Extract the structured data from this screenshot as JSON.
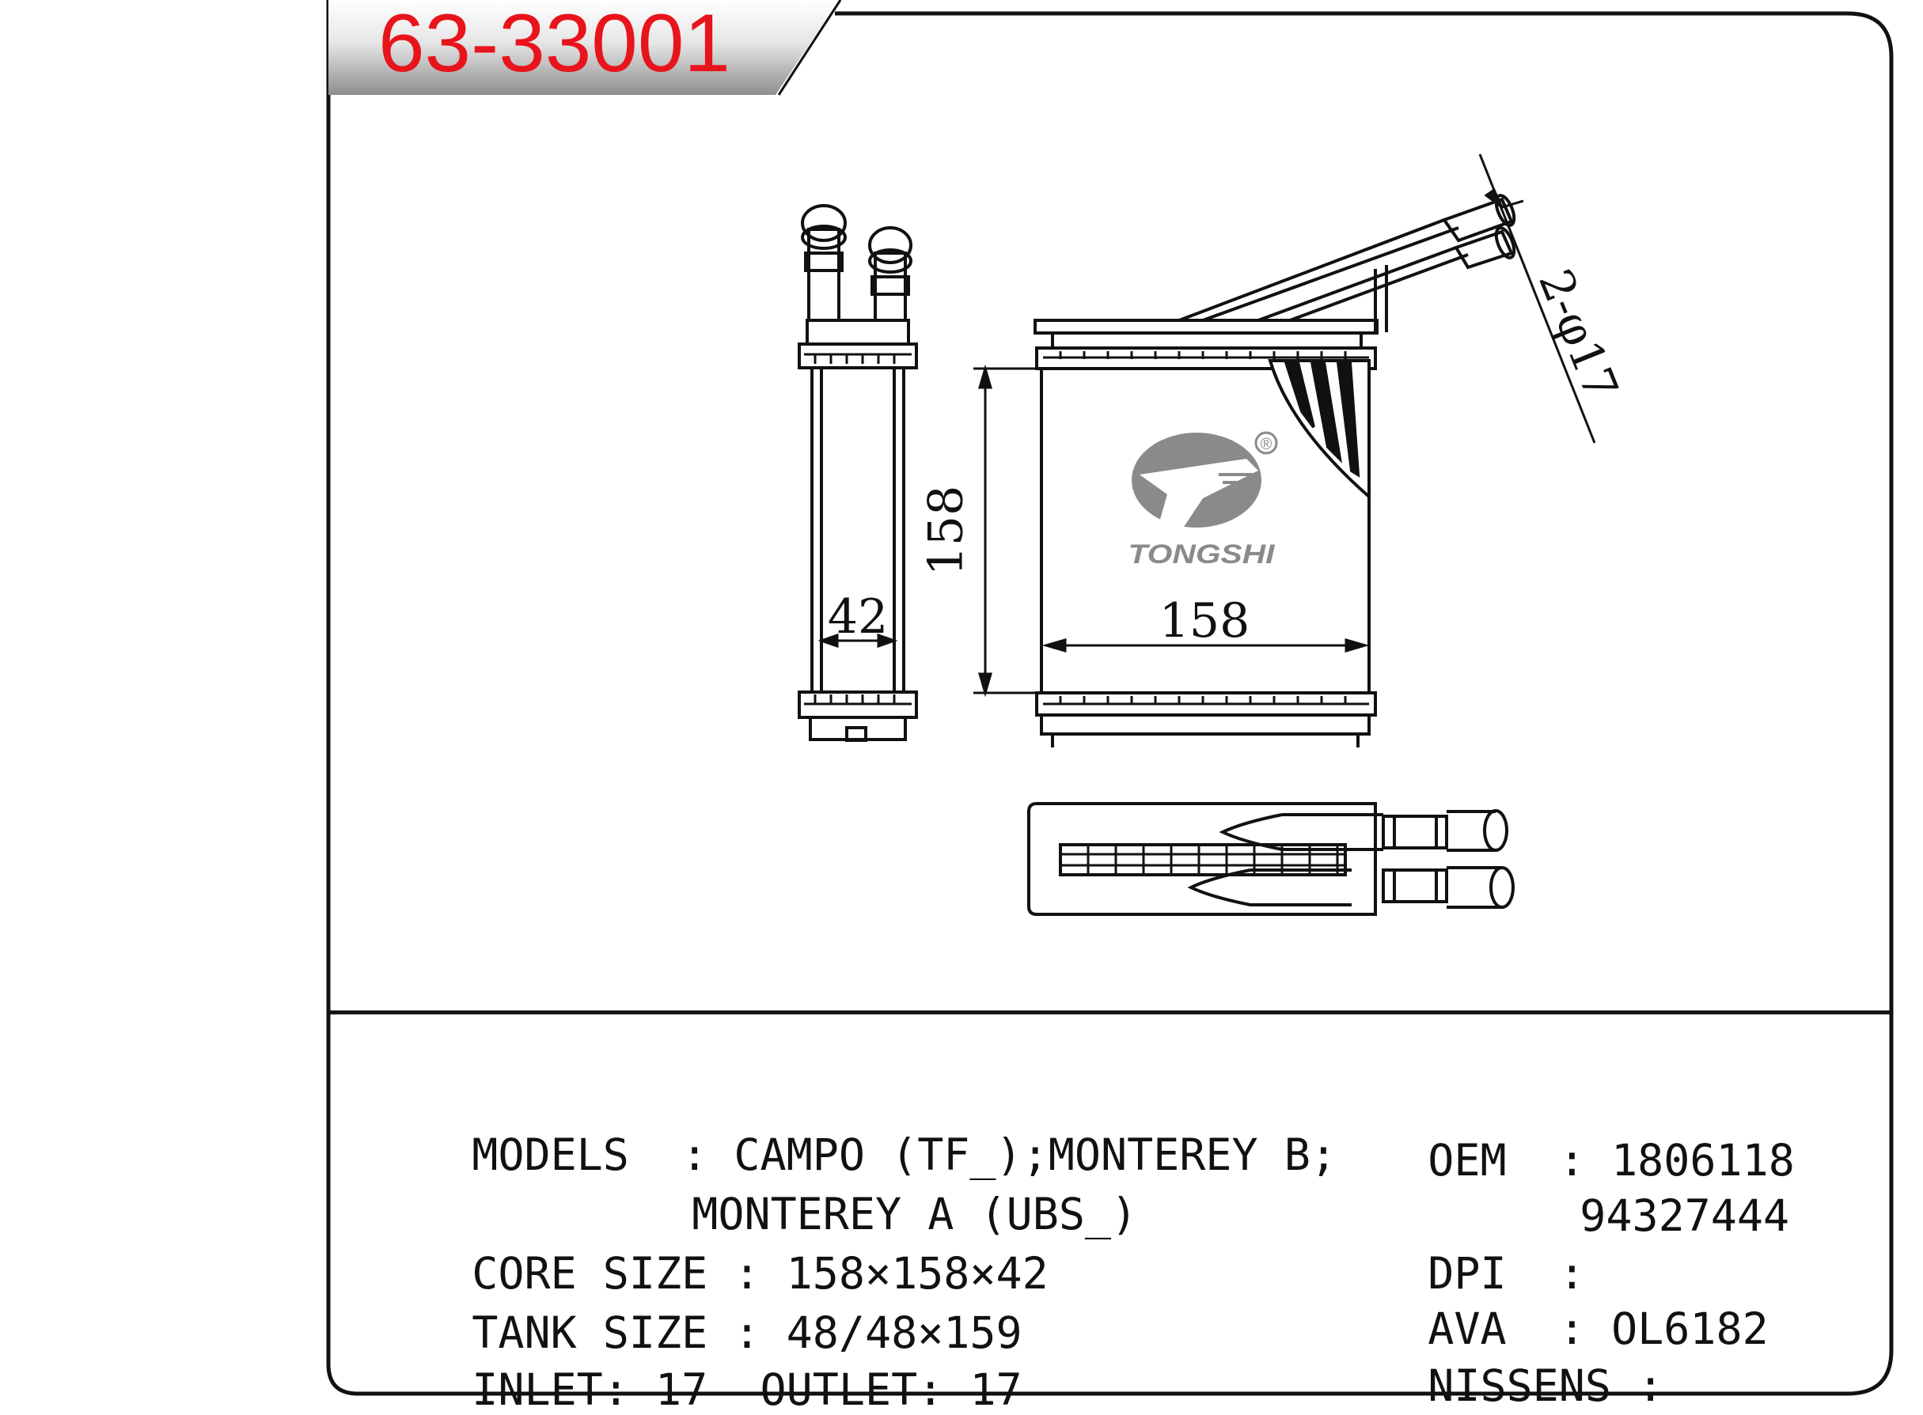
{
  "part_number": "63-33001",
  "brand": {
    "name": "TONGSHI",
    "registered_mark": "®"
  },
  "dimensions": {
    "height": "158",
    "width": "158",
    "depth": "42",
    "pipe_label": "2-φ17"
  },
  "specs": {
    "models_label": "MODELS",
    "models_line1": "CAMPO (TF_);MONTEREY B;",
    "models_line2": "MONTEREY A (UBS_)",
    "core_size_label": "CORE SIZE",
    "core_size_value": "158×158×42",
    "tank_size_label": "TANK SIZE",
    "tank_size_value": "48/48×159",
    "inlet_label": "INLET:",
    "inlet_value": "17",
    "outlet_label": "OUTLET:",
    "outlet_value": "17",
    "separator": ":"
  },
  "references": {
    "oem_label": "OEM",
    "oem_values": [
      "1806118",
      "94327444"
    ],
    "dpi_label": "DPI",
    "dpi_value": "",
    "ava_label": "AVA",
    "ava_value": "OL6182",
    "nissens_label": "NISSENS",
    "nissens_value": ""
  },
  "colors": {
    "part_number": "#e8141c",
    "line": "#111111",
    "logo": "#8a8a8a",
    "banner_light": "#ffffff",
    "banner_dark": "#9a9a9a"
  }
}
